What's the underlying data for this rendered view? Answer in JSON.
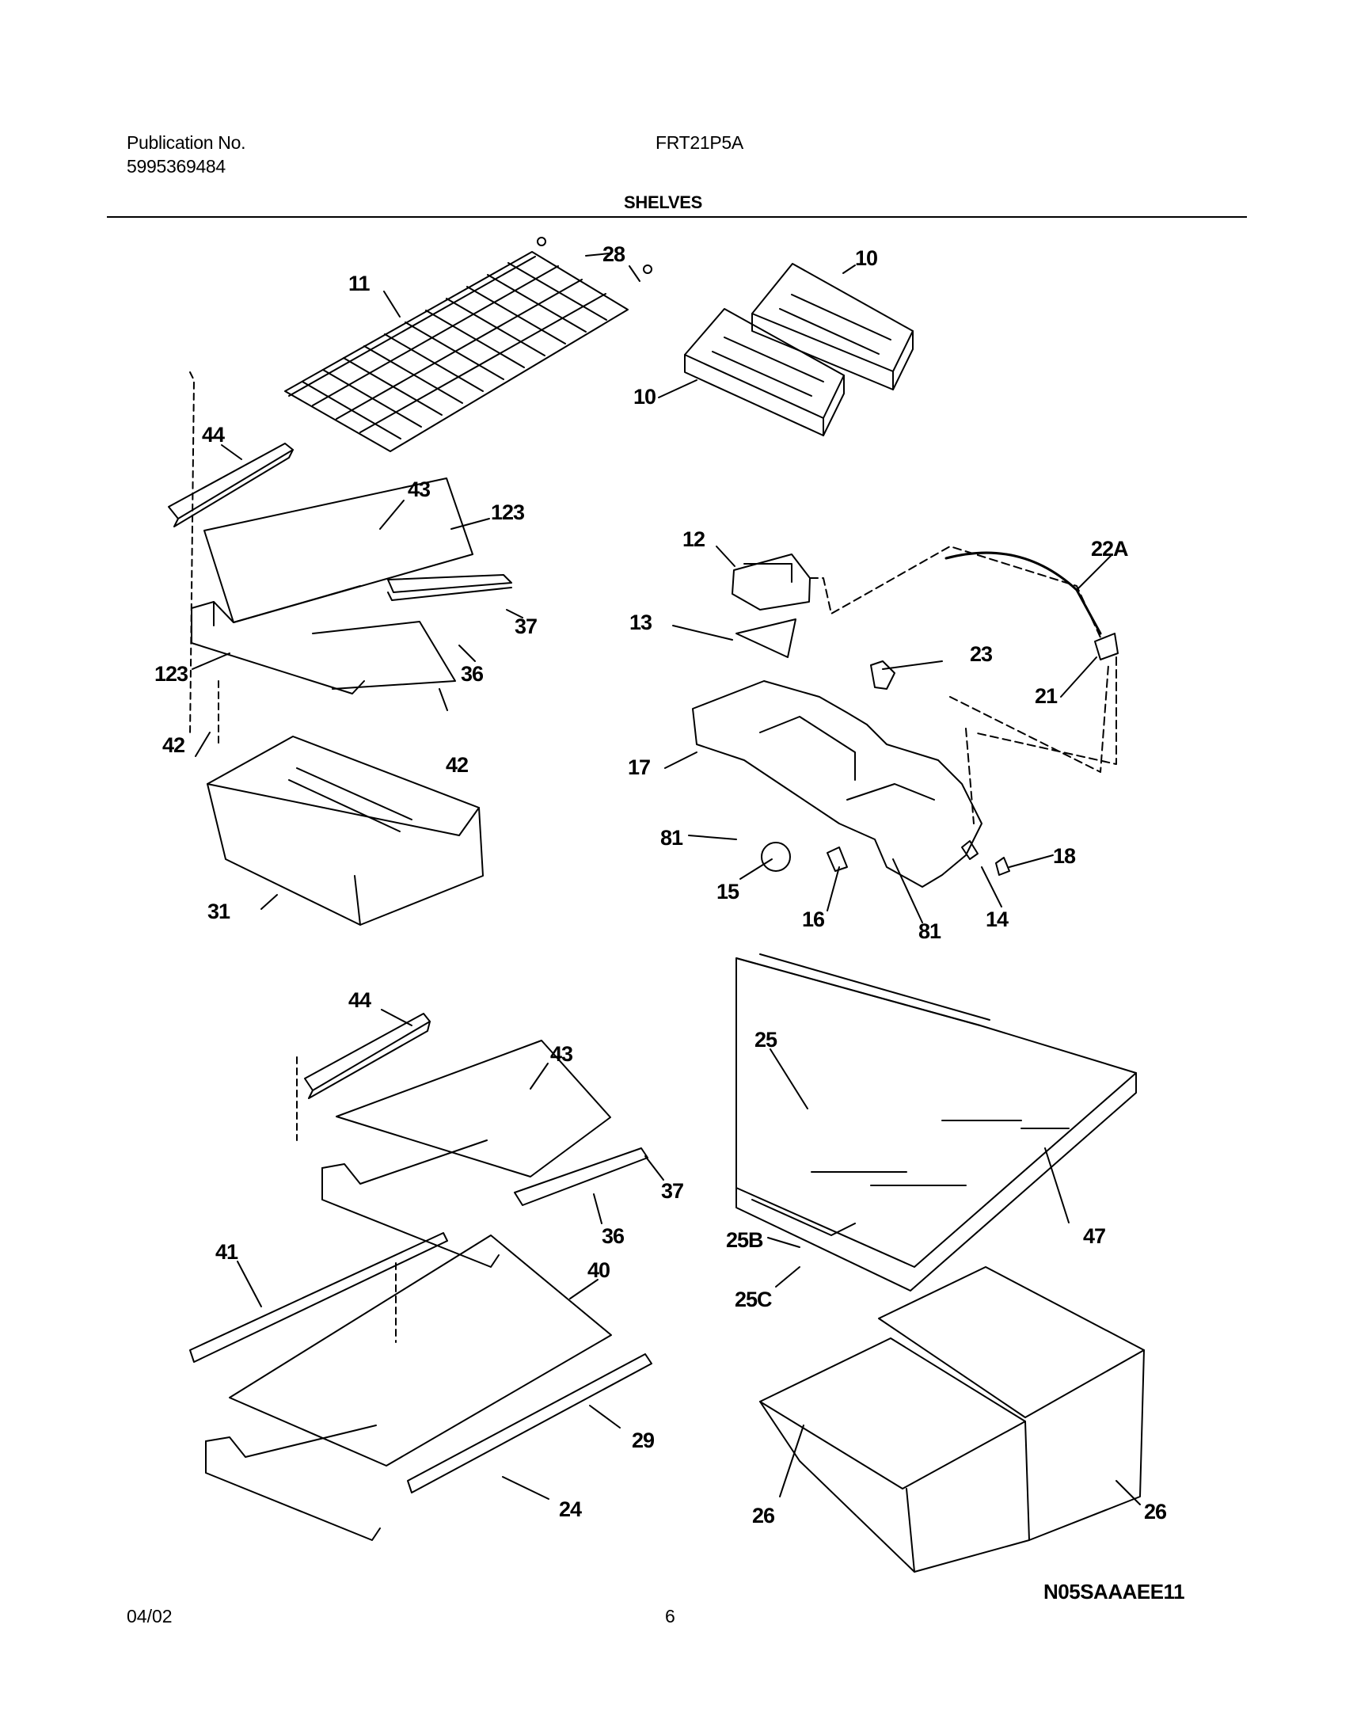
{
  "header": {
    "publication_label": "Publication No.",
    "publication_number": "5995369484",
    "model": "FRT21P5A",
    "section_title": "SHELVES"
  },
  "callouts": [
    "28",
    "11",
    "10",
    "10",
    "44",
    "43",
    "123",
    "37",
    "36",
    "123",
    "42",
    "42",
    "31",
    "12",
    "22A",
    "13",
    "23",
    "21",
    "17",
    "81",
    "15",
    "16",
    "81",
    "14",
    "18",
    "44",
    "43",
    "37",
    "36",
    "41",
    "40",
    "29",
    "24",
    "25",
    "25B",
    "25C",
    "47",
    "26",
    "26"
  ],
  "diagram_code": "N05SAAAEE11",
  "footer": {
    "date": "04/02",
    "page": "6"
  }
}
